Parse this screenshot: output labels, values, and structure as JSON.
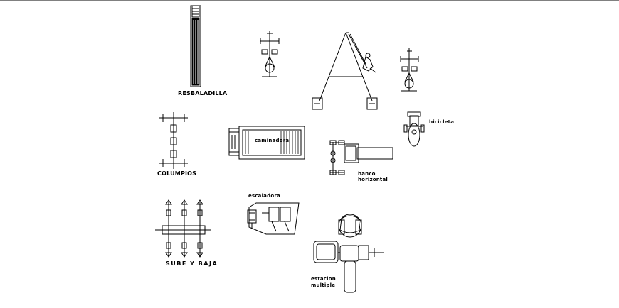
{
  "labels": {
    "resbaladilla": "RESBALADILLA",
    "columpios": "COLUMPIOS",
    "sube_y_baja": "SUBE Y BAJA",
    "caminadora": "caminadora",
    "bicicleta": "bicicleta",
    "banco_line1": "banco",
    "banco_line2": "horizontal",
    "escaladora": "escaladora",
    "estacion_line1": "estacion",
    "estacion_line2": "multiple"
  },
  "colors": {
    "ink": "#000000",
    "background": "#ffffff"
  }
}
